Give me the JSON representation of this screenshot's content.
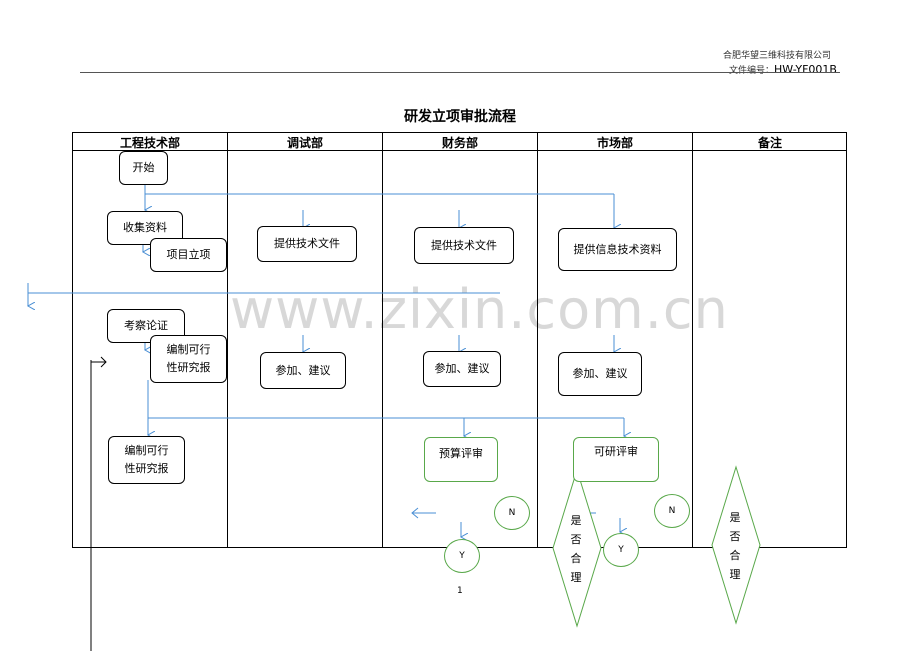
{
  "header": {
    "company": "合肥华望三维科技有限公司",
    "doc_label": "文件编号：",
    "doc_no": "HW-YF001B"
  },
  "title": "研发立项审批流程",
  "columns": [
    "工程技术部",
    "调试部",
    "财务部",
    "市场部",
    "备注"
  ],
  "engineering": {
    "start": "开始",
    "collect": "收集资料",
    "project": "项目立项",
    "inspect": "考察论证",
    "feasibility_a_line1": "编制可行",
    "feasibility_a_line2": "性研究报",
    "feasibility_b_line1": "编制可行",
    "feasibility_b_line2": "性研究报"
  },
  "debug": {
    "provide": "提供技术文件",
    "advise": "参加、建议"
  },
  "finance": {
    "provide": "提供技术文件",
    "advise": "参加、建议",
    "review": "预算评审",
    "yes": "Y",
    "no": "N"
  },
  "market": {
    "provide": "提供信息技术资料",
    "advise": "参加、建议",
    "review": "可研评审",
    "yes": "Y",
    "no": "N"
  },
  "decision1": [
    "是",
    "否",
    "合",
    "理"
  ],
  "decision2": [
    "是",
    "否",
    "合",
    "理"
  ],
  "watermark": "www.zixin.com.cn",
  "page_number": "1",
  "colors": {
    "arrow": "#4a8fd4",
    "decision": "#59a84a",
    "line": "#000000"
  }
}
